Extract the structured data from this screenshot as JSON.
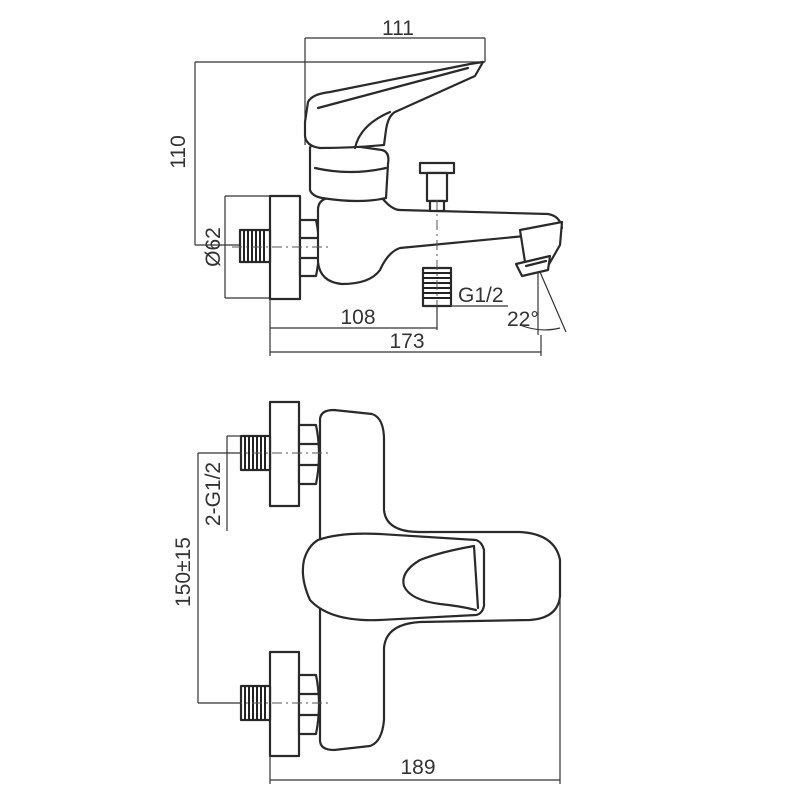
{
  "side_view": {
    "dim_top_width": "111",
    "dim_height": "110",
    "dim_diameter": "Ø62",
    "dim_outlet_thread": "G1/2",
    "dim_angle": "22°",
    "dim_spout_pos": "108",
    "dim_total_length": "173"
  },
  "top_view": {
    "dim_inlet_thread": "2-G1/2",
    "dim_center_distance": "150±15",
    "dim_total_width": "189"
  }
}
